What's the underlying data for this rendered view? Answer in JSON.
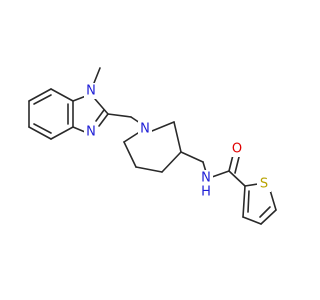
{
  "molecule": {
    "atoms": [
      {
        "id": "n_methyl",
        "symbol": "N",
        "color": "#1f1fd6"
      },
      {
        "id": "n_imine",
        "symbol": "N",
        "color": "#1f1fd6"
      },
      {
        "id": "n_piperidine",
        "symbol": "N",
        "color": "#1f1fd6"
      },
      {
        "id": "n_amide",
        "symbol": "N",
        "color": "#1f1fd6"
      },
      {
        "id": "h_amide",
        "symbol": "H",
        "color": "#1f1fd6"
      },
      {
        "id": "o_carbonyl",
        "symbol": "O",
        "color": "#e00000"
      },
      {
        "id": "s_thiophene",
        "symbol": "S",
        "color": "#b8a300"
      }
    ]
  }
}
